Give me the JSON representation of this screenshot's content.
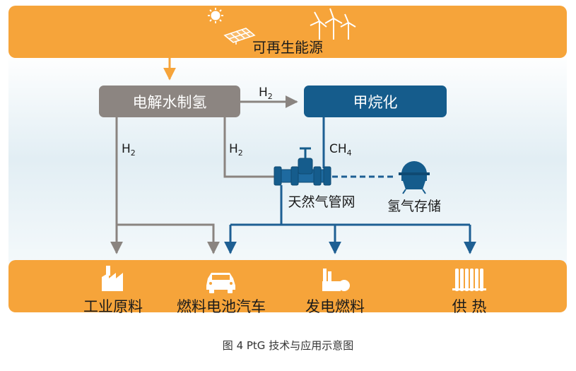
{
  "title_bar": {
    "label": "可再生能源"
  },
  "processes": {
    "electrolysis": "电解水制氢",
    "methanation": "甲烷化"
  },
  "flow_labels": {
    "h2_to_methanation": {
      "base": "H",
      "sub": "2"
    },
    "h2_left": {
      "base": "H",
      "sub": "2"
    },
    "h2_middle": {
      "base": "H",
      "sub": "2"
    },
    "ch4": {
      "base": "CH",
      "sub": "4"
    }
  },
  "nodes": {
    "gas_grid": "天然气管网",
    "h2_storage": "氢气存储"
  },
  "end_uses": [
    {
      "label": "工业原料",
      "icon": "factory-icon"
    },
    {
      "label": "燃料电池汽车",
      "icon": "car-icon"
    },
    {
      "label": "发电燃料",
      "icon": "power-plant-icon"
    },
    {
      "label": "供 热",
      "icon": "radiator-icon"
    }
  ],
  "caption": "图 4 PtG 技术与应用示意图",
  "colors": {
    "orange": "#F6A43A",
    "light_band": "#E4EFF4",
    "gray_box": "#8C8581",
    "blue_box": "#155C8C",
    "arrow_gray": "#8A8480",
    "arrow_blue": "#1E5F93"
  }
}
